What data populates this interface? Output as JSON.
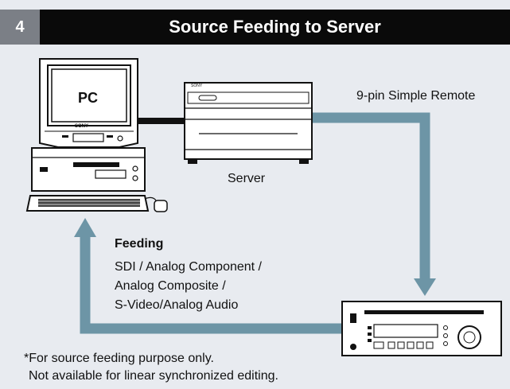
{
  "header": {
    "number": "4",
    "title": "Source Feeding to Server"
  },
  "labels": {
    "pc_screen": "PC",
    "server": "Server",
    "remote": "9-pin Simple Remote",
    "feeding_title": "Feeding",
    "feeding_lines": [
      "SDI / Analog Component /",
      "Analog Composite /",
      "S-Video/Analog Audio"
    ],
    "monitor_brand": "SONY",
    "server_brand": "SONY"
  },
  "footnote": [
    "*For source feeding purpose only.",
    "Not available for linear synchronized editing."
  ],
  "colors": {
    "background": "#e8ebf0",
    "header_bg": "#0a0a0a",
    "number_bg": "#7b7f86",
    "arrow": "#6d95a6"
  }
}
